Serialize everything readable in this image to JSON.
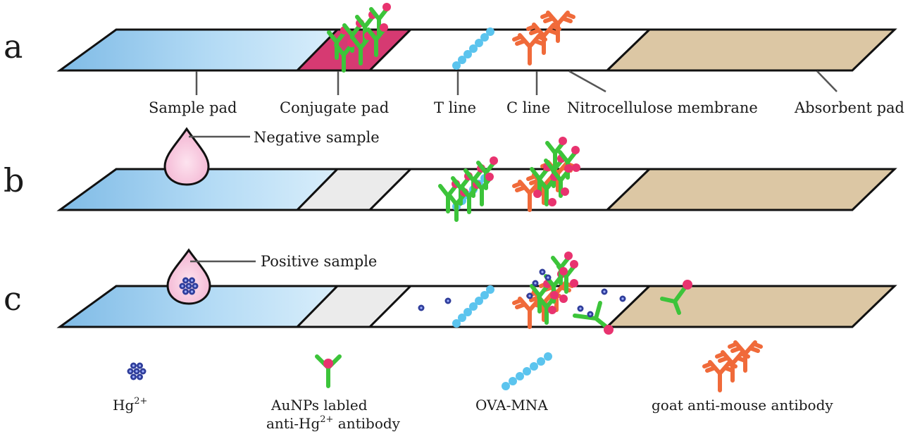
{
  "rows": [
    {
      "letter": "a"
    },
    {
      "letter": "b",
      "sample_label": "Negative sample"
    },
    {
      "letter": "c",
      "sample_label": "Positive sample"
    }
  ],
  "strip_labels": {
    "sample_pad": "Sample pad",
    "conjugate_pad": "Conjugate pad",
    "t_line": "T line",
    "c_line": "C line",
    "membrane": "Nitrocellulose membrane",
    "absorbent_pad": "Absorbent pad"
  },
  "legend": {
    "hg_base": "Hg",
    "hg_charge": "2+",
    "aunp_line1": "AuNPs labled",
    "aunp_line2_pre": "anti-Hg",
    "aunp_line2_charge": "2+",
    "aunp_line2_post": " antibody",
    "ova": "OVA-MNA",
    "goat": "goat anti-mouse antibody"
  },
  "colors": {
    "sample_pad": "#a9d4f2",
    "conjugate_pad_loaded": "#d63a72",
    "conjugate_pad_empty": "#ebebeb",
    "membrane": "#ffffff",
    "absorbent_pad": "#dcc7a4",
    "antibody_green": "#3cc43a",
    "aunp_pink": "#e8336f",
    "goat_orange": "#f06a3a",
    "ova_blue": "#5bc4ee",
    "hg_navy": "#2f3d9a",
    "drop_fill": "#f9c4dc",
    "outline": "#111111"
  }
}
